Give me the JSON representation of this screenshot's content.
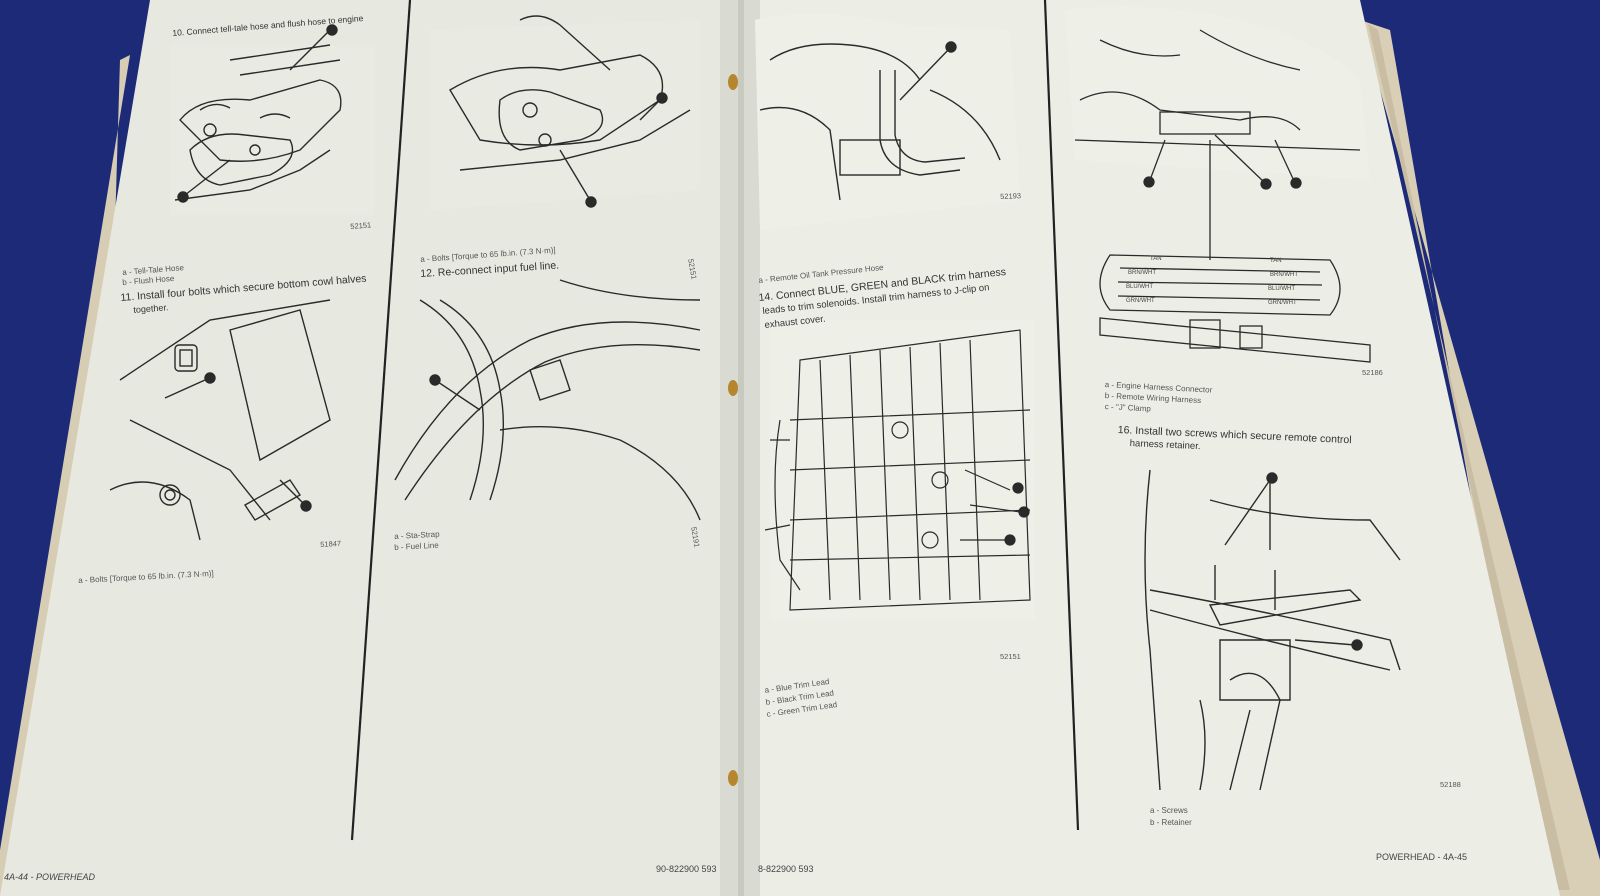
{
  "left_page": {
    "col1": {
      "step10": "10. Connect tell-tale hose and flush hose to engine",
      "fig1_ref": "52151",
      "fig1_legend": [
        "a - Tell-Tale Hose",
        "b - Flush Hose"
      ],
      "step11": "11. Install four bolts which secure bottom cowl halves",
      "step11_cont": "together.",
      "fig2_ref": "51847",
      "fig2_legend": [
        "a - Bolts [Torque to 65 lb.in. (7.3 N·m)]"
      ]
    },
    "col2": {
      "fig1_legend": [
        "a - Bolts [Torque to 65 lb.in. (7.3 N·m)]"
      ],
      "fig1_ref": "52151",
      "step12": "12. Re-connect input fuel line.",
      "fig2_ref": "52191",
      "fig2_legend": [
        "a - Sta-Strap",
        "b - Fuel Line"
      ]
    },
    "footer_left": "4A-44 - POWERHEAD",
    "footer_code": "90-822900  593"
  },
  "right_page": {
    "col1": {
      "fig1_ref": "52193",
      "fig1_legend": [
        "a - Remote Oil Tank Pressure Hose"
      ],
      "step14": "14. Connect BLUE, GREEN and BLACK trim harness",
      "step14_l2": "leads to trim solenoids. Install trim harness to J-clip on",
      "step14_l3": "exhaust cover.",
      "fig2_ref": "52151",
      "fig2_legend": [
        "a - Blue Trim Lead",
        "b - Black Trim Lead",
        "c - Green Trim Lead"
      ]
    },
    "col2": {
      "fig1_ref": "52186",
      "fig1_legend": [
        "a - Engine Harness Connector",
        "b - Remote Wiring Harness",
        "c - \"J\" Clamp"
      ],
      "wire_labels": [
        "TAN",
        "TAN",
        "BRN/WHT",
        "BRN/WHT",
        "BLU/WHT",
        "BLU/WHT",
        "GRN/WHT",
        "GRN/WHT"
      ],
      "step16": "16. Install two screws which secure remote control",
      "step16_cont": "harness retainer.",
      "fig2_ref": "52188",
      "fig2_legend": [
        "a - Screws",
        "b - Retainer"
      ]
    },
    "footer_code": "8-822900  593",
    "footer_right": "POWERHEAD - 4A-45"
  },
  "colors": {
    "background": "#1d2a78",
    "paper": "#e9ebe3",
    "ink": "#2a2a2a"
  }
}
